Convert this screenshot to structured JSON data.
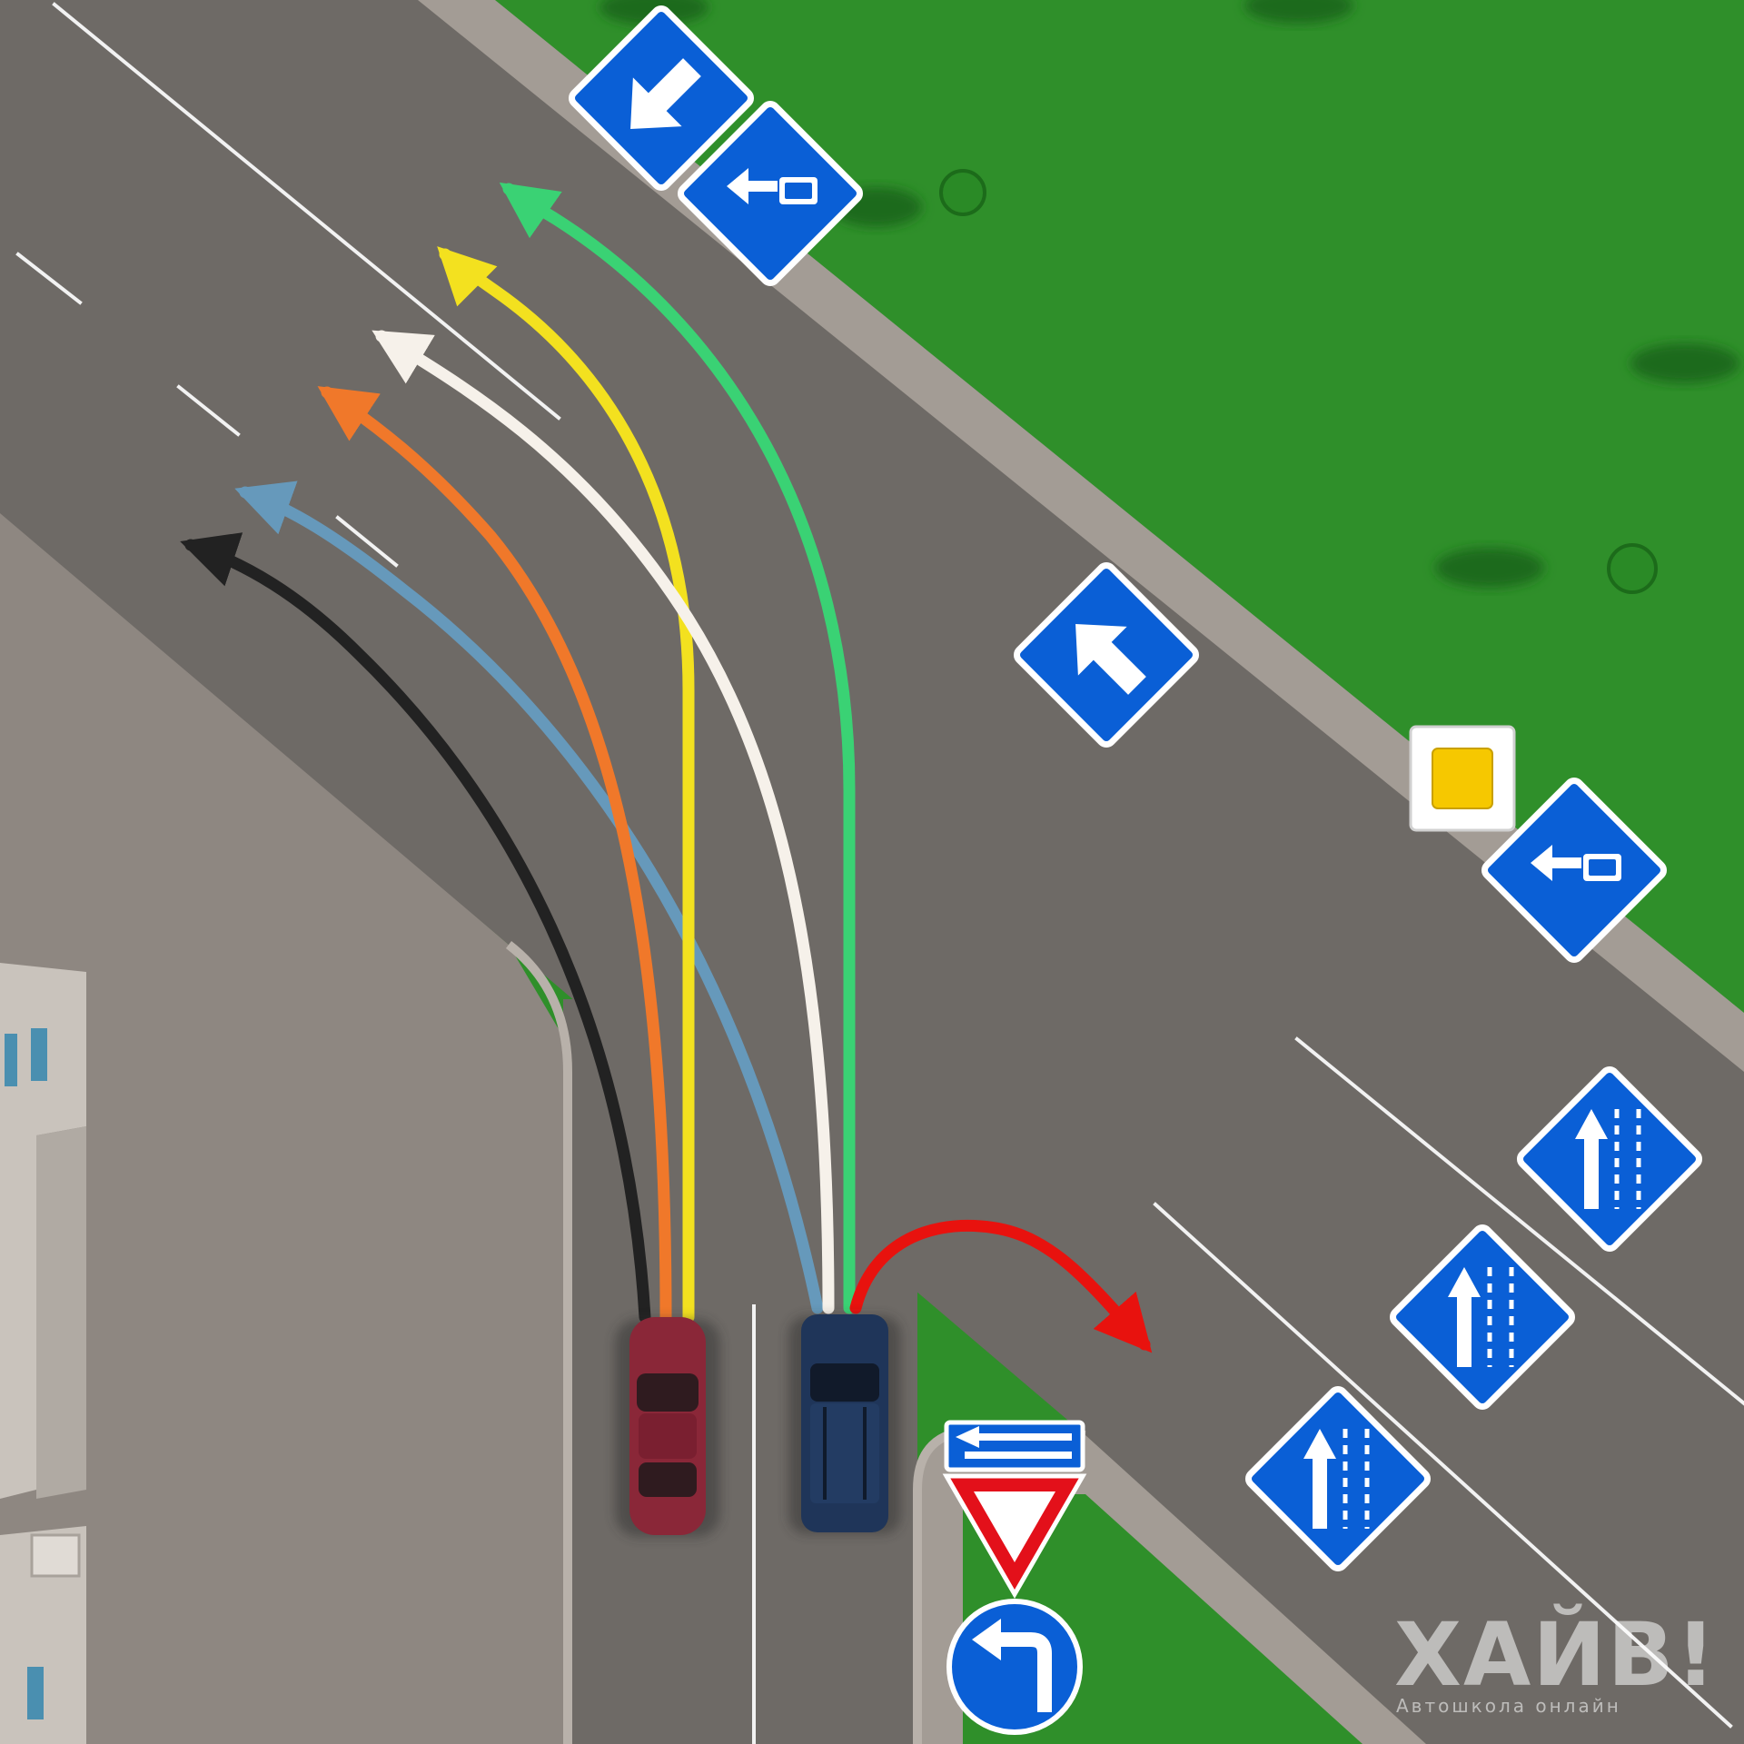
{
  "watermark": {
    "brand": "ХАЙВ!",
    "subtitle": "Автошкола онлайн"
  },
  "colors": {
    "grass": "#2f8f2a",
    "road": "#6e6a66",
    "sidewalk": "#a39c95",
    "sign_blue": "#0a5fd6",
    "yield_red": "#e3101a",
    "priority_yellow": "#f6c800"
  },
  "routes": [
    {
      "id": "black",
      "color": "#222222"
    },
    {
      "id": "blue",
      "color": "#6699bb"
    },
    {
      "id": "orange",
      "color": "#f0782a"
    },
    {
      "id": "yellow",
      "color": "#f3e11f"
    },
    {
      "id": "white",
      "color": "#f6f1ea"
    },
    {
      "id": "green",
      "color": "#3ad274"
    },
    {
      "id": "red",
      "color": "#e8120e"
    }
  ],
  "vehicles": [
    {
      "id": "red-car",
      "color": "#8a2738"
    },
    {
      "id": "blue-car",
      "color": "#1f3559"
    }
  ],
  "signs": [
    {
      "id": "one-way-straight-1",
      "icon": "arrow-straight-icon"
    },
    {
      "id": "bus-lane-1",
      "icon": "bus-lane-icon"
    },
    {
      "id": "one-way-straight-2",
      "icon": "arrow-straight-icon"
    },
    {
      "id": "priority-road",
      "icon": "priority-road-icon"
    },
    {
      "id": "bus-lane-2",
      "icon": "bus-lane-icon"
    },
    {
      "id": "lanes-1",
      "icon": "lane-direction-icon"
    },
    {
      "id": "lanes-2",
      "icon": "lane-direction-icon"
    },
    {
      "id": "lanes-3",
      "icon": "lane-direction-icon"
    },
    {
      "id": "direction-main-road",
      "icon": "main-road-direction-icon"
    },
    {
      "id": "yield",
      "icon": "yield-icon"
    },
    {
      "id": "turn-left-only",
      "icon": "turn-left-icon"
    }
  ]
}
